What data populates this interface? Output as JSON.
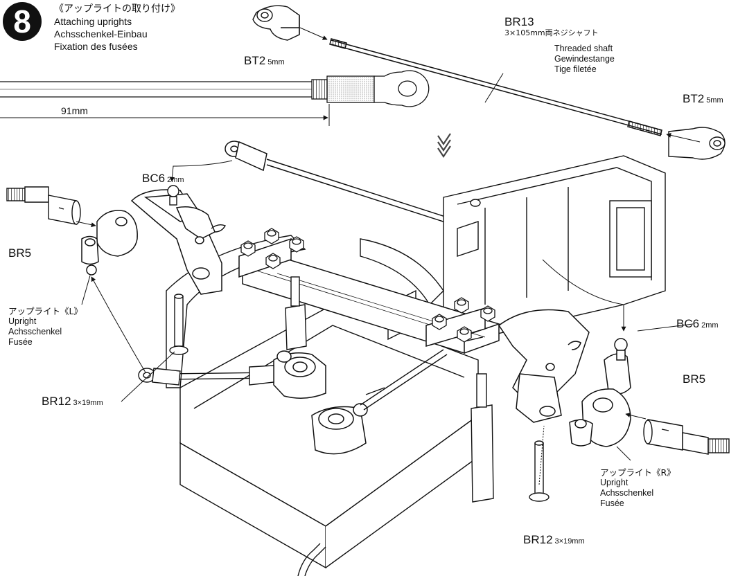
{
  "step": {
    "number": "8",
    "title_jp": "《アップライトの取り付け》",
    "title_en": "Attaching uprights",
    "title_de": "Achsschenkel-Einbau",
    "title_fr": "Fixation des fusées"
  },
  "parts": {
    "bt2_left": {
      "code": "BT2",
      "size": "5mm"
    },
    "bt2_right": {
      "code": "BT2",
      "size": "5mm"
    },
    "br13": {
      "code": "BR13",
      "spec_jp": "3×105mm両ネジシャフト",
      "en": "Threaded shaft",
      "de": "Gewindestange",
      "fr": "Tige filetée"
    },
    "measure": {
      "value": "91mm"
    },
    "bc6_left": {
      "code": "BC6",
      "size": "2mm"
    },
    "bc6_right": {
      "code": "BC6",
      "size": "2mm"
    },
    "br5_left": {
      "code": "BR5"
    },
    "br5_right": {
      "code": "BR5"
    },
    "upright_left": {
      "jp": "アップライト《L》",
      "en": "Upright",
      "de": "Achsschenkel",
      "fr": "Fusée"
    },
    "upright_right": {
      "jp": "アップライト《R》",
      "en": "Upright",
      "de": "Achsschenkel",
      "fr": "Fusée"
    },
    "br12_left": {
      "code": "BR12",
      "size": "3×19mm"
    },
    "br12_right": {
      "code": "BR12",
      "size": "3×19mm"
    }
  }
}
